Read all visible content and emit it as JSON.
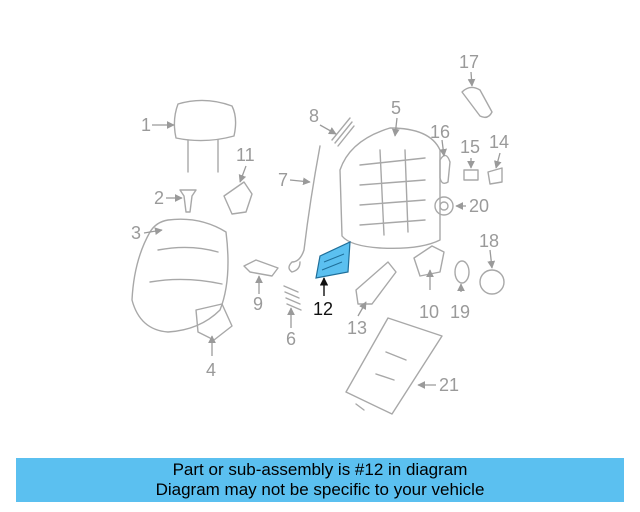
{
  "diagram": {
    "callouts": [
      "1",
      "2",
      "3",
      "4",
      "5",
      "6",
      "7",
      "8",
      "9",
      "10",
      "11",
      "12",
      "13",
      "14",
      "15",
      "16",
      "17",
      "18",
      "19",
      "20",
      "21"
    ],
    "highlighted": "12",
    "highlight_color": "#5bc0f0"
  },
  "banner": {
    "line1": "Part or sub-assembly is #12 in diagram",
    "line2": "Diagram may not be specific to your vehicle",
    "background": "#5bc0f0"
  }
}
